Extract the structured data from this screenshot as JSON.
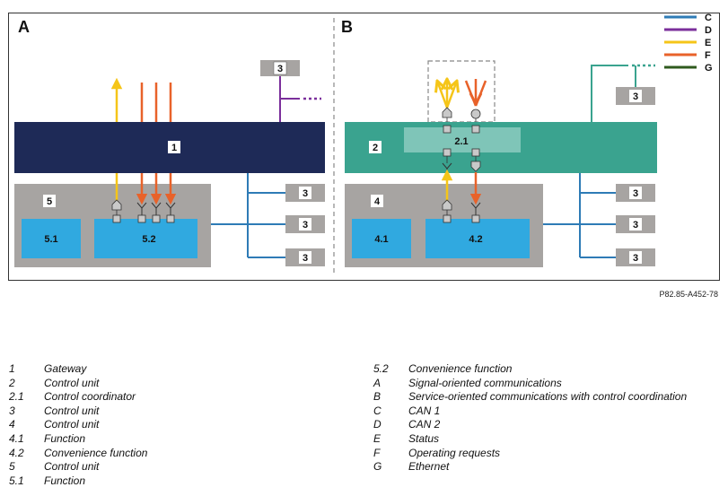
{
  "panels": {
    "a": "A",
    "b": "B"
  },
  "boxes": {
    "gateway": "1",
    "control_unit_2": "2",
    "coordinator": "2.1",
    "control_unit_3": "3",
    "control_unit_4": "4",
    "function_41": "4.1",
    "convenience_42": "4.2",
    "control_unit_5": "5",
    "function_51": "5.1",
    "convenience_52": "5.2"
  },
  "legend_lines": [
    {
      "key": "C",
      "color": "#2e7bb6"
    },
    {
      "key": "D",
      "color": "#7b2f9b"
    },
    {
      "key": "E",
      "color": "#f5c518"
    },
    {
      "key": "F",
      "color": "#e8622a"
    },
    {
      "key": "G",
      "color": "#2f5a1e"
    }
  ],
  "colors": {
    "gateway": "#1e2a57",
    "control_unit_2": "#3aa38f",
    "coordinator": "#7fc5b8",
    "ecu_gray": "#a7a4a2",
    "function_blue": "#30a9e0",
    "ethernet_teal": "#3aa38f"
  },
  "reference": "P82.85-A452-78",
  "legend": {
    "left": [
      {
        "key": "1",
        "text": "Gateway"
      },
      {
        "key": "2",
        "text": "Control unit"
      },
      {
        "key": "2.1",
        "text": "Control coordinator"
      },
      {
        "key": "3",
        "text": "Control unit"
      },
      {
        "key": "4",
        "text": "Control unit"
      },
      {
        "key": "4.1",
        "text": "Function"
      },
      {
        "key": "4.2",
        "text": "Convenience function"
      },
      {
        "key": "5",
        "text": "Control unit"
      },
      {
        "key": "5.1",
        "text": "Function"
      }
    ],
    "right": [
      {
        "key": "5.2",
        "text": "Convenience function"
      },
      {
        "key": "A",
        "text": "Signal-oriented communications"
      },
      {
        "key": "B",
        "text": "Service-oriented communications with control coordination"
      },
      {
        "key": "C",
        "text": "CAN 1"
      },
      {
        "key": "D",
        "text": "CAN 2"
      },
      {
        "key": "E",
        "text": "Status"
      },
      {
        "key": "F",
        "text": "Operating requests"
      },
      {
        "key": "G",
        "text": "Ethernet"
      }
    ]
  }
}
